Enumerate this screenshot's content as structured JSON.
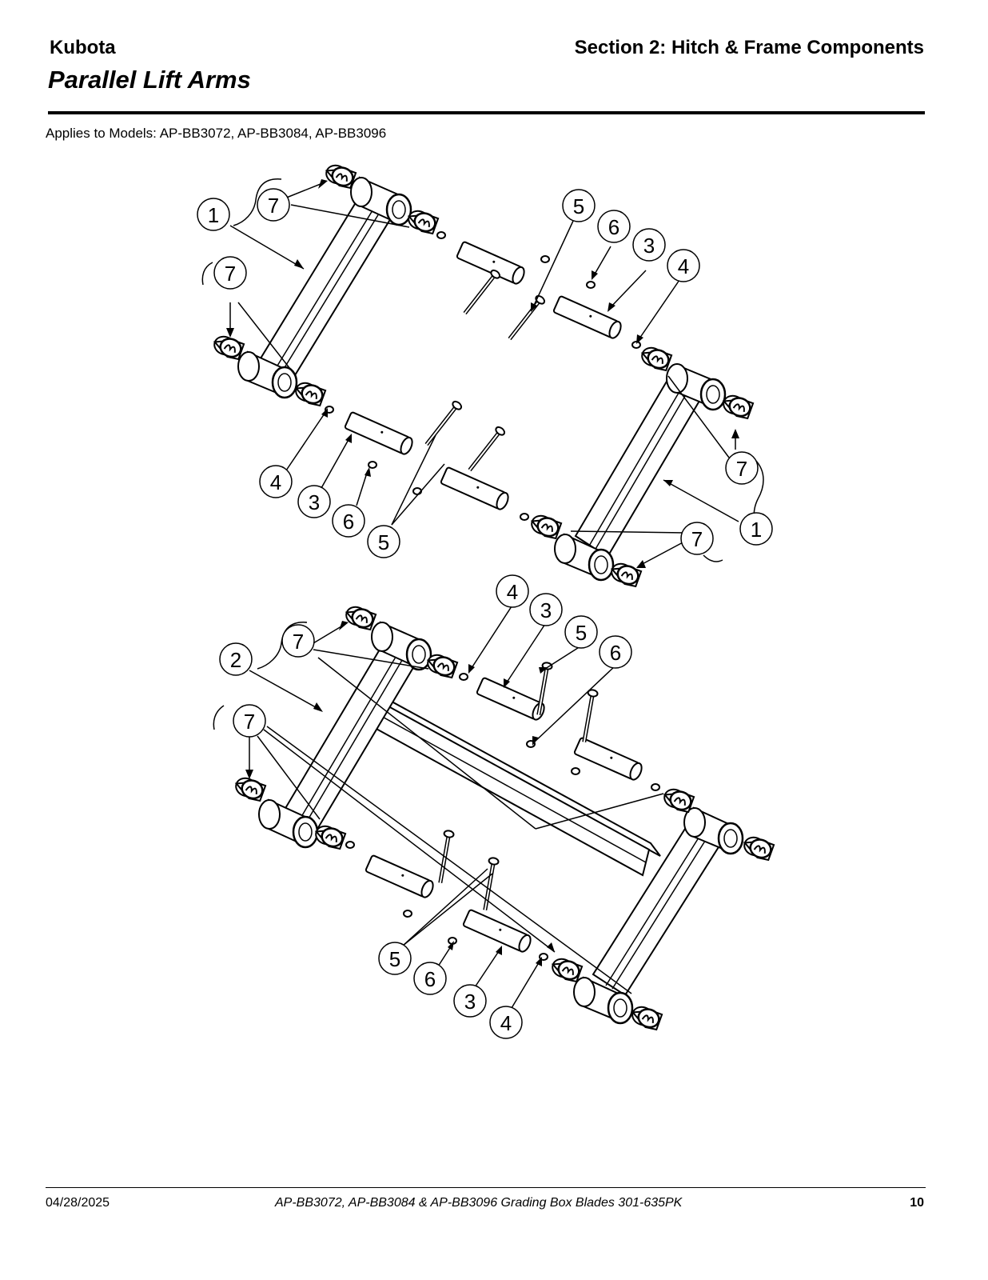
{
  "header": {
    "brand": "Kubota",
    "section": "Section 2: Hitch & Frame Components",
    "title": "Parallel Lift Arms",
    "applies": "Applies to Models: AP-BB3072, AP-BB3084, AP-BB3096"
  },
  "callouts": {
    "n1": "1",
    "n2": "2",
    "n3": "3",
    "n4": "4",
    "n5": "5",
    "n6": "6",
    "n7": "7"
  },
  "footer": {
    "date": "04/28/2025",
    "doc": "AP-BB3072, AP-BB3084 & AP-BB3096  Grading Box Blades  301-635PK",
    "page": "10"
  }
}
